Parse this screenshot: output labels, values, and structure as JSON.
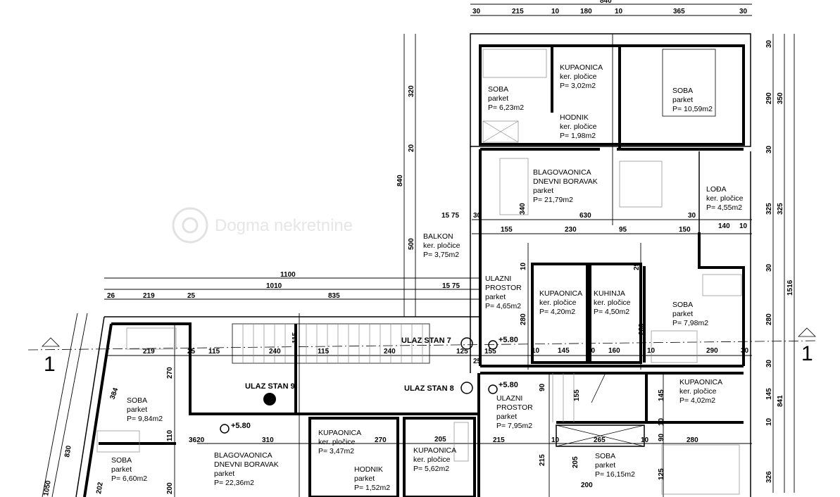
{
  "watermark": "Dogma nekretnine",
  "section_marker": "1",
  "level_marks": [
    "+5.80",
    "+5.80",
    "+5.80"
  ],
  "entrances": [
    "ULAZ STAN 7",
    "ULAZ STAN 8",
    "ULAZ STAN 9"
  ],
  "rooms": [
    {
      "name": "SOBA",
      "material": "parket",
      "area": "P= 6,23m2"
    },
    {
      "name": "KUPAONICA",
      "material": "ker. pločice",
      "area": "P= 3,02m2"
    },
    {
      "name": "HODNIK",
      "material": "ker. pločice",
      "area": "P= 1,98m2"
    },
    {
      "name": "SOBA",
      "material": "parket",
      "area": "P= 10,59m2"
    },
    {
      "name": "BLAGOVAONICA",
      "name2": "DNEVNI BORAVAK",
      "material": "parket",
      "area": "P= 21,79m2"
    },
    {
      "name": "LOĐA",
      "material": "ker. pločice",
      "area": "P= 4,55m2"
    },
    {
      "name": "BALKON",
      "material": "ker. pločice",
      "area": "P= 3,75m2"
    },
    {
      "name": "ULAZNI",
      "name2": "PROSTOR",
      "material": "parket",
      "area": "P= 4,65m2"
    },
    {
      "name": "KUPAONICA",
      "material": "ker. pločice",
      "area": "P= 4,20m2"
    },
    {
      "name": "KUHINJA",
      "material": "ker. pločice",
      "area": "P= 4,50m2"
    },
    {
      "name": "SOBA",
      "material": "parket",
      "area": "P= 7,98m2"
    },
    {
      "name": "SOBA",
      "material": "parket",
      "area": "P= 9,84m2"
    },
    {
      "name": "SOBA",
      "material": "parket",
      "area": "P= 6,60m2"
    },
    {
      "name": "BLAGOVAONICA",
      "name2": "DNEVNI BORAVAK",
      "material": "parket",
      "area": "P= 22,36m2"
    },
    {
      "name": "KUPAONICA",
      "material": "ker. pločice",
      "area": "P= 3,47m2"
    },
    {
      "name": "KUPAONICA",
      "material": "ker. pločice",
      "area": "P= 5,62m2"
    },
    {
      "name": "HODNIK",
      "material": "parket",
      "area": "P= 1,52m2"
    },
    {
      "name": "ULAZNI",
      "name2": "PROSTOR",
      "material": "parket",
      "area": "P= 7,95m2"
    },
    {
      "name": "KUPAONICA",
      "material": "ker. pločice",
      "area": "P= 4,02m2"
    },
    {
      "name": "SOBA",
      "material": "parket",
      "area": "P= 16,15m2"
    }
  ],
  "dimensions": [
    "840",
    "30",
    "215",
    "10",
    "180",
    "10",
    "365",
    "30",
    "30",
    "290",
    "350",
    "30",
    "325",
    "325",
    "1516",
    "30",
    "280",
    "30",
    "145",
    "841",
    "10",
    "326",
    "320",
    "20",
    "840",
    "500",
    "340",
    "630",
    "30",
    "15 75",
    "30",
    "140",
    "10",
    "155",
    "230",
    "95",
    "150",
    "10",
    "25",
    "280",
    "280",
    "125",
    "25",
    "155",
    "10",
    "145",
    "10",
    "160",
    "10",
    "290",
    "30",
    "1100",
    "1010",
    "15 75",
    "26",
    "219",
    "25",
    "835",
    "219",
    "25",
    "115",
    "240",
    "115",
    "240",
    "115",
    "270",
    "384",
    "110",
    "3620",
    "310",
    "270",
    "205",
    "830",
    "200",
    "202",
    "1050",
    "90",
    "155",
    "215",
    "10",
    "265",
    "10",
    "280",
    "215",
    "205",
    "200",
    "145",
    "10",
    "90",
    "125"
  ]
}
